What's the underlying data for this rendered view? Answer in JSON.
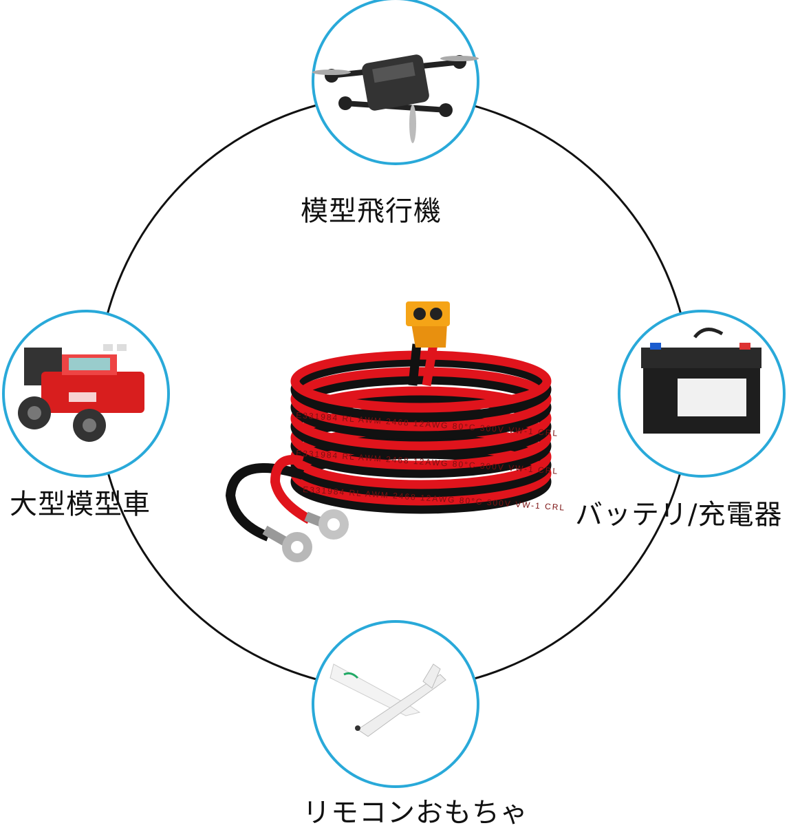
{
  "labels": {
    "top": "模型飛行機",
    "left": "大型模型車",
    "right": "バッテリ/充電器",
    "bottom": "リモコンおもちゃ"
  },
  "cable": {
    "print": "E331984  RL  AWM  2468  12AWG  80°C  300V  VW-1  CRL"
  },
  "colors": {
    "ring": "#29a9d9",
    "wire_red": "#e0141c",
    "wire_black": "#111111",
    "connector": "#f5a417"
  }
}
